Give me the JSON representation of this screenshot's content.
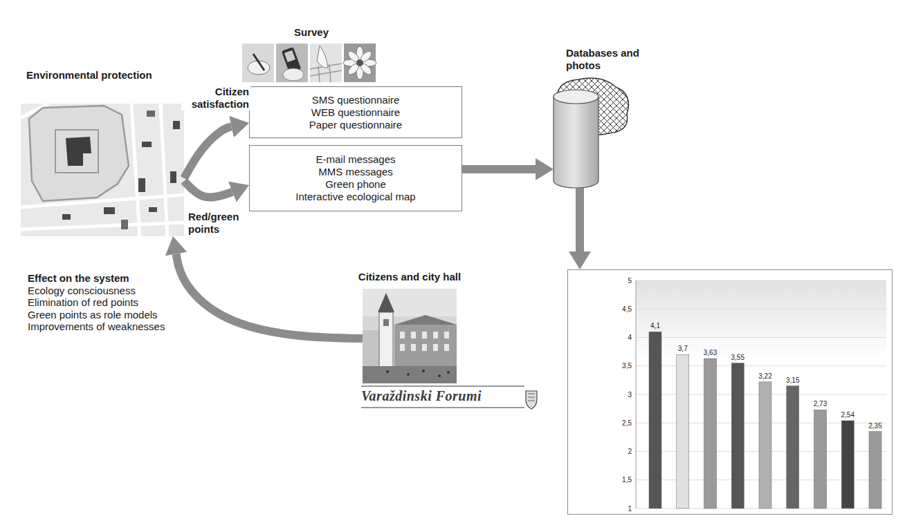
{
  "diagram": {
    "nodes": [
      {
        "text": [
          "Environmental protection"
        ]
      },
      {
        "text": [
          "SMS questionnaire",
          "WEB questionnaire",
          "Paper questionnaire"
        ]
      },
      {
        "text": [
          "E-mail messages",
          "MMS messages",
          "Green phone",
          "Interactive ecological map"
        ]
      },
      {
        "text": [
          "Databases and photos"
        ]
      },
      {
        "text": [
          "Citizens and city hall",
          "Varaždinski Forumi"
        ]
      },
      {
        "text": [
          "5",
          "4,5",
          "4",
          "3,5",
          "3",
          "2,5",
          "2",
          "1,5",
          "1",
          "4,1",
          "3,7",
          "3,63",
          "3,55",
          "3,22",
          "3,15",
          "2,73",
          "2,54",
          "2,35"
        ]
      }
    ],
    "edges": [
      {
        "from": 0,
        "to": 1,
        "arrow": "to",
        "label": "Citizen satisfaction"
      },
      {
        "from": 0,
        "to": 2,
        "arrow": "to",
        "label": "Red/green points"
      },
      {
        "from": 2,
        "to": 3,
        "arrow": "to"
      },
      {
        "from": 3,
        "to": 5,
        "arrow": "to"
      },
      {
        "from": 4,
        "to": 0,
        "arrow": "to"
      }
    ],
    "labels": [
      "Survey",
      "Effect on the system",
      "Ecology consciousness",
      "Elimination of red points",
      "Green points as role models",
      "Improvements of weaknesses"
    ]
  }
}
